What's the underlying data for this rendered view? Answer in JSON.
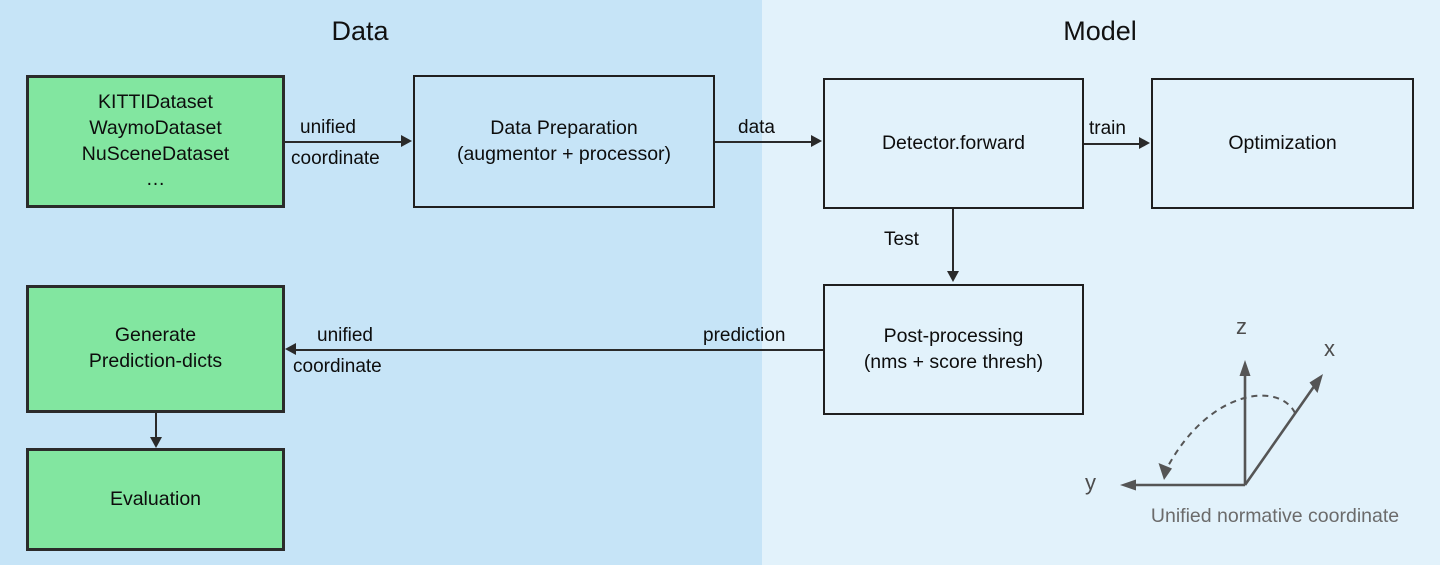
{
  "panels": [
    {
      "id": "data",
      "title": "Data",
      "bg": "#c6e4f7"
    },
    {
      "id": "model",
      "title": "Model",
      "bg": "#e2f2fb"
    }
  ],
  "nodes": {
    "datasets": {
      "label": "KITTIDataset\nWaymoDataset\nNuSceneDataset\n…",
      "style": "green"
    },
    "data_preparation": {
      "label": "Data Preparation\n(augmentor + processor)",
      "style": "plain"
    },
    "detector_forward": {
      "label": "Detector.forward",
      "style": "plain"
    },
    "optimization": {
      "label": "Optimization",
      "style": "plain"
    },
    "post_processing": {
      "label": "Post-processing\n(nms + score thresh)",
      "style": "plain"
    },
    "generate_prediction_dicts": {
      "label": "Generate\nPrediction-dicts",
      "style": "green"
    },
    "evaluation": {
      "label": "Evaluation",
      "style": "green"
    }
  },
  "edges": {
    "datasets_to_prep": {
      "label": "unified\ncoordinate",
      "label_top": "unified",
      "label_bottom": "coordinate"
    },
    "prep_to_detector": {
      "label": "data"
    },
    "detector_to_optimization": {
      "label": "train"
    },
    "detector_to_post": {
      "label": "Test"
    },
    "post_to_generate": {
      "label": "prediction",
      "label_top": "unified",
      "label_bottom": "coordinate"
    },
    "generate_to_evaluation": {
      "label": ""
    }
  },
  "coordinate_figure": {
    "caption": "Unified normative coordinate",
    "axes": [
      {
        "name": "z",
        "label": "z"
      },
      {
        "name": "x",
        "label": "x"
      },
      {
        "name": "y",
        "label": "y"
      }
    ],
    "stroke": "#555555"
  },
  "colors": {
    "panel_data_bg": "#c6e4f7",
    "panel_model_bg": "#e2f2fb",
    "node_green": "#82e6a0",
    "node_border": "#2b2b2b",
    "edge": "#2a2a2a",
    "coord_gray": "#555555",
    "caption_gray": "#6b6b6b"
  }
}
